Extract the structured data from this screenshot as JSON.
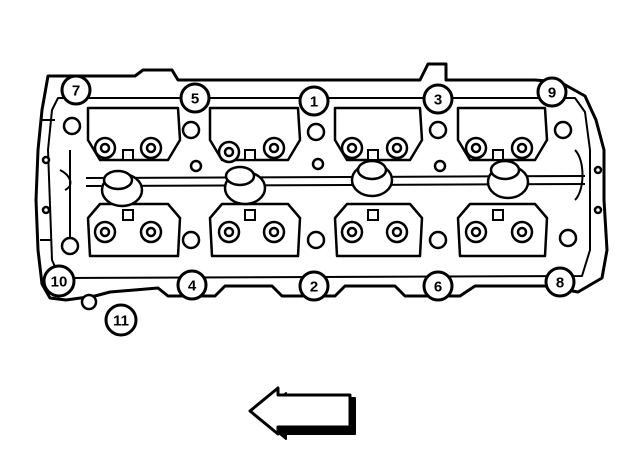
{
  "diagram": {
    "callouts": [
      {
        "label": "1"
      },
      {
        "label": "2"
      },
      {
        "label": "3"
      },
      {
        "label": "4"
      },
      {
        "label": "5"
      },
      {
        "label": "6"
      },
      {
        "label": "7"
      },
      {
        "label": "8"
      },
      {
        "label": "9"
      },
      {
        "label": "10"
      },
      {
        "label": "11"
      }
    ],
    "direction_arrow": "left-arrow-icon"
  }
}
